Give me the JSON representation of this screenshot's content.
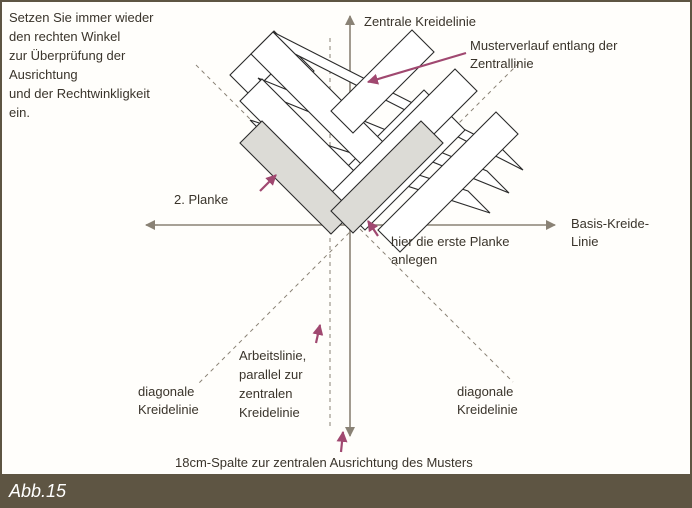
{
  "figure_label": "Abb.15",
  "instruction_lines": [
    "Setzen Sie immer wieder",
    "den rechten Winkel",
    "zur Überprüfung der",
    "Ausrichtung",
    "und der Rechtwinkligkeit",
    "ein."
  ],
  "zentrale_label": "Zentrale Kreidelinie",
  "muster_lines": [
    "Musterverlauf entlang der",
    "Zentrallinie"
  ],
  "planke2_label": "2. Planke",
  "basis_lines": [
    "Basis-Kreide-",
    "Linie"
  ],
  "erste_planke_lines": [
    "hier die erste Planke",
    "anlegen"
  ],
  "arbeitslinie_lines": [
    "Arbeitslinie,",
    "parallel zur",
    "zentralen",
    "Kreidelinie"
  ],
  "diag_left_lines": [
    "diagonale",
    "Kreidelinie"
  ],
  "diag_right_lines": [
    "diagonale",
    "Kreidelinie"
  ],
  "spalte_label": "18cm-Spalte zur zentralen Ausrichtung des Musters",
  "colors": {
    "axis": "#8a8275",
    "plank_stroke": "#2b2b2b",
    "plank_fill": "#ffffff",
    "plank_shaded": "#dcdbd6",
    "arrow": "#a04870",
    "footer": "#5e5543"
  }
}
